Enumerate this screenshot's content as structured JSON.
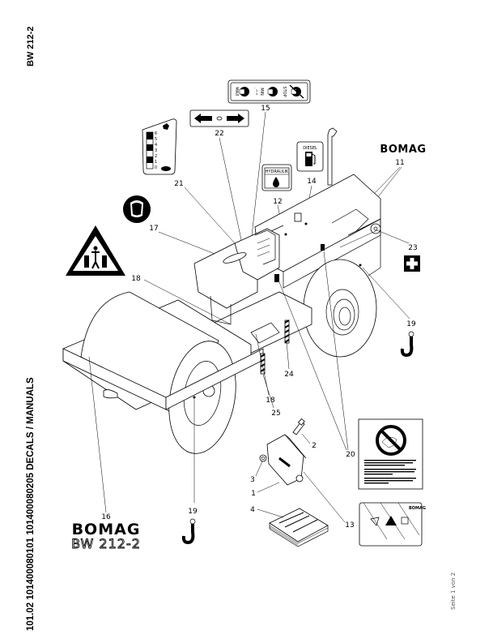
{
  "document": {
    "model": "BW 212-2",
    "reference": "101.02 101400080101 101400080205 DECALS / MANUALS",
    "page": "Seite 1 von 2"
  },
  "logos": {
    "brand": "BOMAG",
    "model_label": "BW 212-2"
  },
  "decals": {
    "diesel_label": "DIESEL",
    "hydraulic_label": "HYDRAULIK",
    "throttle_labels": [
      "MAX",
      "MIN",
      "STOP"
    ],
    "speed_scale": [
      "6",
      "5",
      "4",
      "3",
      "2",
      "1",
      "0"
    ]
  },
  "callouts": [
    {
      "id": "1",
      "label": "1"
    },
    {
      "id": "2",
      "label": "2"
    },
    {
      "id": "3",
      "label": "3"
    },
    {
      "id": "4",
      "label": "4"
    },
    {
      "id": "11",
      "label": "11"
    },
    {
      "id": "12",
      "label": "12"
    },
    {
      "id": "13",
      "label": "13"
    },
    {
      "id": "14",
      "label": "14"
    },
    {
      "id": "15",
      "label": "15"
    },
    {
      "id": "16",
      "label": "16"
    },
    {
      "id": "17",
      "label": "17"
    },
    {
      "id": "18a",
      "label": "18"
    },
    {
      "id": "18b",
      "label": "18"
    },
    {
      "id": "19a",
      "label": "19"
    },
    {
      "id": "19b",
      "label": "19"
    },
    {
      "id": "20",
      "label": "20"
    },
    {
      "id": "21",
      "label": "21"
    },
    {
      "id": "22",
      "label": "22"
    },
    {
      "id": "23",
      "label": "23"
    },
    {
      "id": "24",
      "label": "24"
    },
    {
      "id": "25",
      "label": "25"
    }
  ]
}
